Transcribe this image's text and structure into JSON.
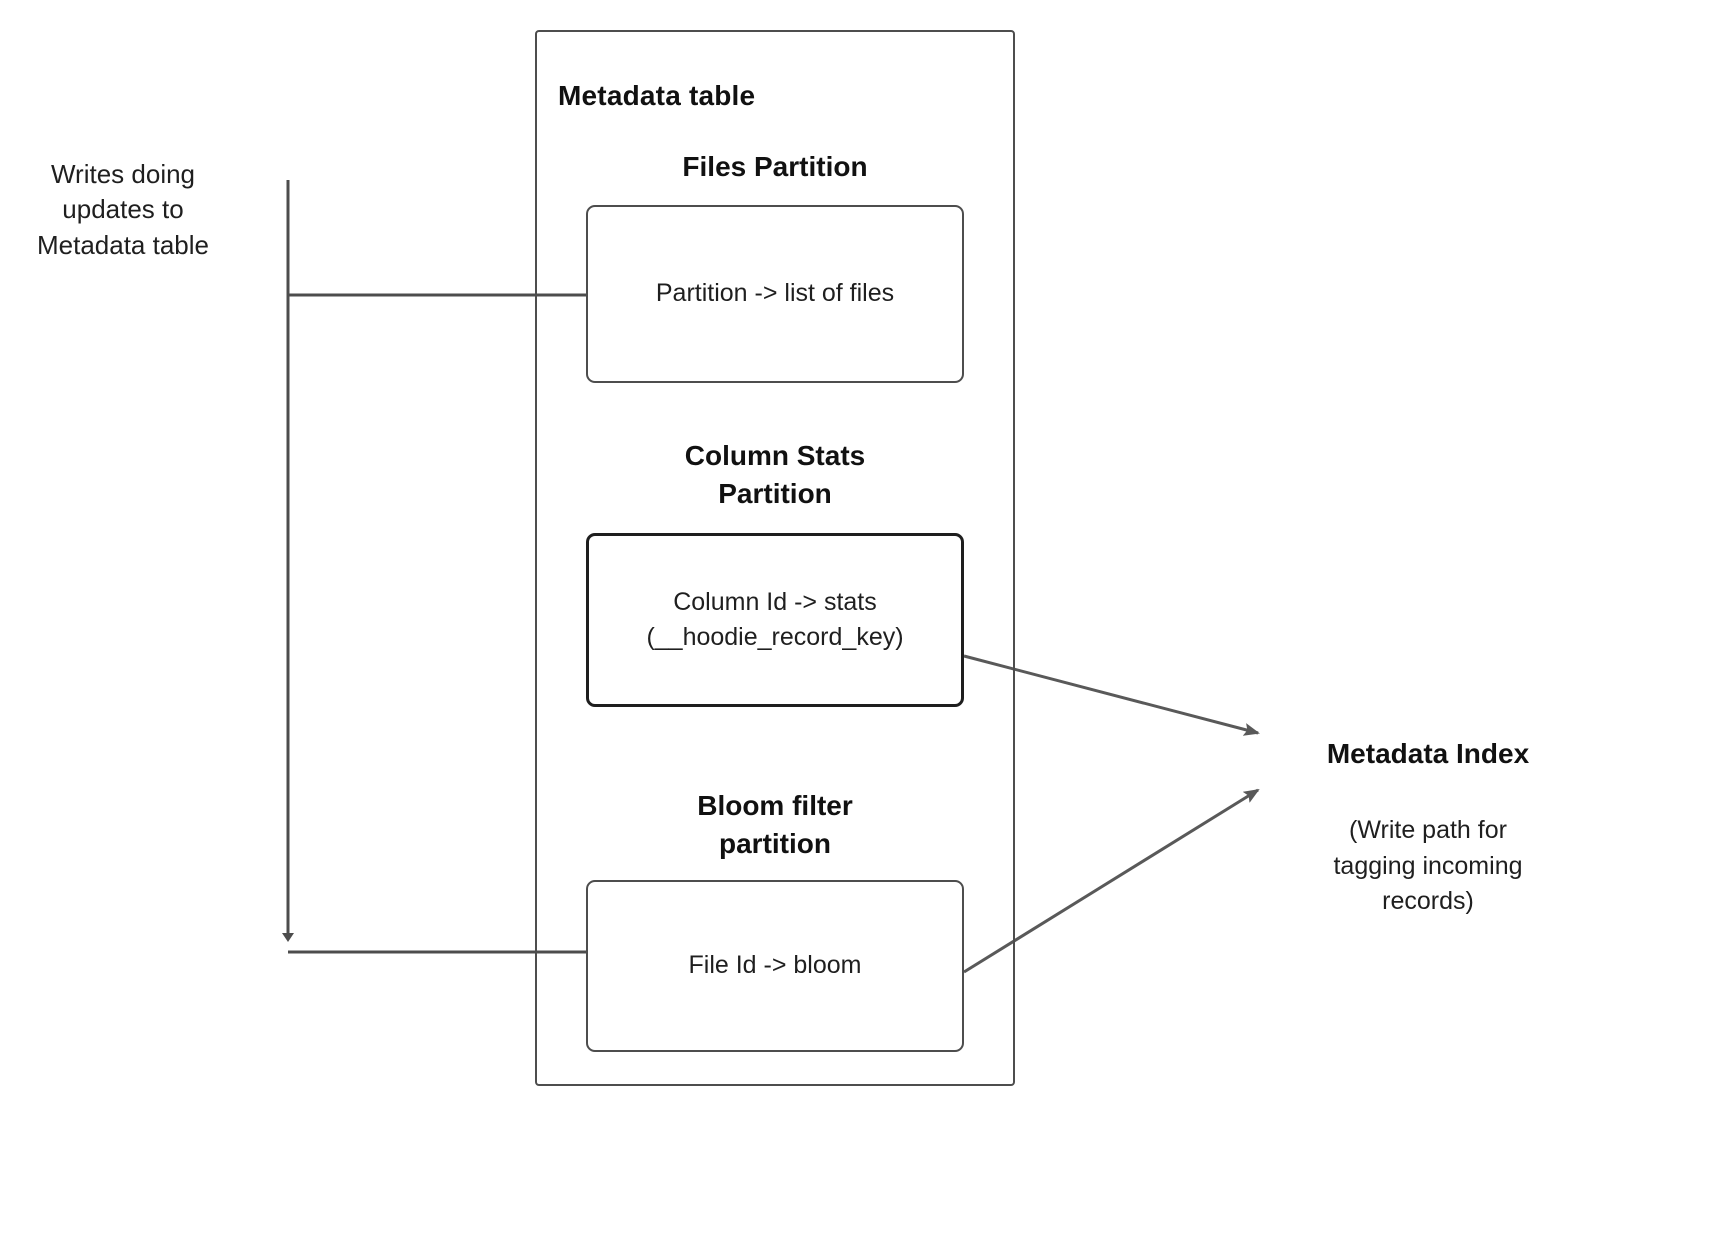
{
  "diagram": {
    "title": "Metadata table",
    "source_label": "Writes doing\nupdates to\nMetadata table",
    "partitions": [
      {
        "heading": "Files Partition",
        "box_text": "Partition -> list of files"
      },
      {
        "heading": "Column Stats\nPartition",
        "box_text": "Column Id  -> stats\n(__hoodie_record_key)"
      },
      {
        "heading": "Bloom filter\npartition",
        "box_text": "File Id -> bloom"
      }
    ],
    "target": {
      "title": "Metadata Index",
      "note": "(Write path for\ntagging incoming\nrecords)"
    },
    "colors": {
      "stroke": "#4d4d4d",
      "stroke_dark": "#1e1e1e",
      "arrow": "#595959",
      "text": "#1f1f1f",
      "background": "#ffffff"
    }
  }
}
